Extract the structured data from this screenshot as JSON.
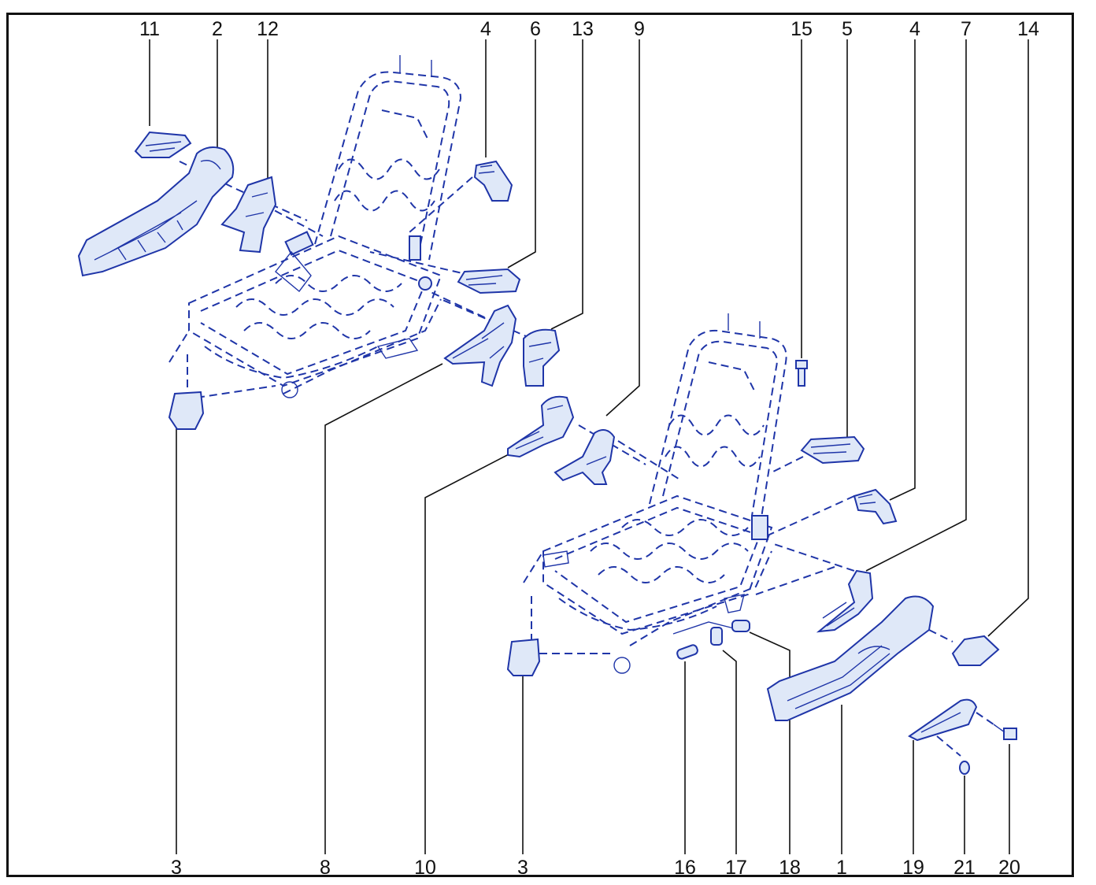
{
  "diagram": {
    "colors": {
      "ink": "#1f35a8",
      "fill": "#dfe8f8",
      "label": "#111111",
      "frame": "#111111"
    },
    "top_labels": [
      "11",
      "2",
      "12",
      "4",
      "6",
      "13",
      "9",
      "15",
      "5",
      "4",
      "7",
      "14"
    ],
    "bottom_labels": [
      "3",
      "8",
      "10",
      "3",
      "16",
      "17",
      "18",
      "1",
      "19",
      "21",
      "20"
    ]
  }
}
